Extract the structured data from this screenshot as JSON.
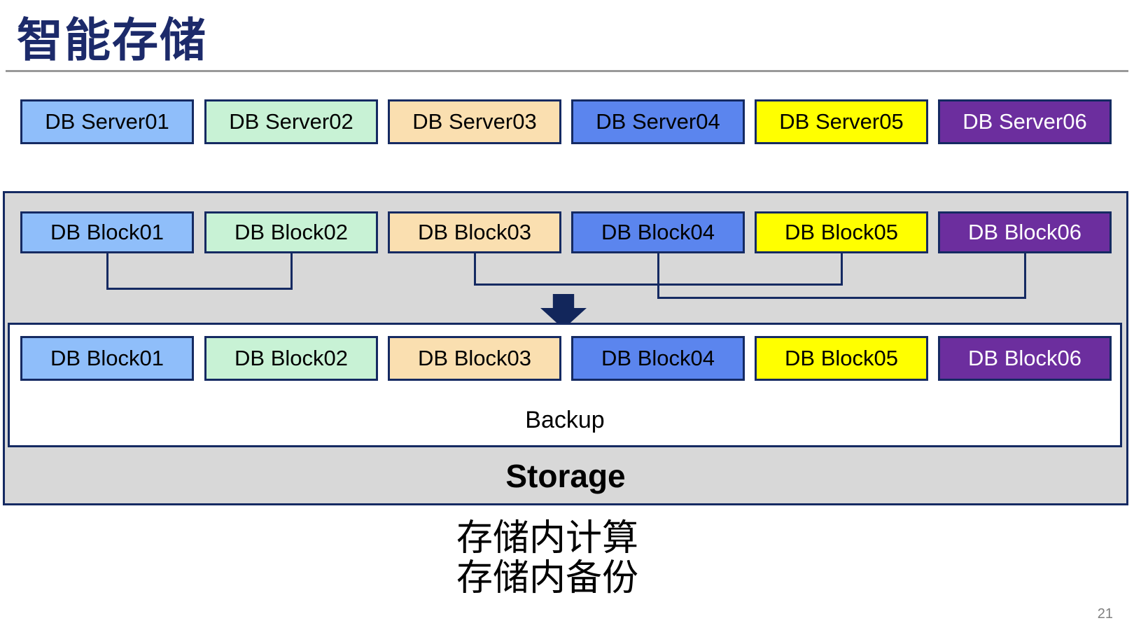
{
  "slide": {
    "title": "智能存储",
    "page_number": "21"
  },
  "palette": {
    "navy_line": "#152A62",
    "title_color": "#1C2A6A",
    "container_fill": "#D8D8D8",
    "rule_gray": "#999999",
    "page_number_gray": "#808080"
  },
  "server_row": {
    "items": [
      {
        "label": "DB Server01",
        "fill": "#8FBEFA",
        "text": "#000000"
      },
      {
        "label": "DB Server02",
        "fill": "#C8F2D5",
        "text": "#000000"
      },
      {
        "label": "DB Server03",
        "fill": "#FADFB0",
        "text": "#000000"
      },
      {
        "label": "DB Server04",
        "fill": "#5B85EE",
        "text": "#000000"
      },
      {
        "label": "DB Server05",
        "fill": "#FFFF00",
        "text": "#000000"
      },
      {
        "label": "DB Server06",
        "fill": "#6C2E9E",
        "text": "#FFFFFF"
      }
    ]
  },
  "storage": {
    "source_blocks": [
      {
        "label": "DB Block01",
        "fill": "#8FBEFA",
        "text": "#000000"
      },
      {
        "label": "DB Block02",
        "fill": "#C8F2D5",
        "text": "#000000"
      },
      {
        "label": "DB Block03",
        "fill": "#FADFB0",
        "text": "#000000"
      },
      {
        "label": "DB Block04",
        "fill": "#5B85EE",
        "text": "#000000"
      },
      {
        "label": "DB Block05",
        "fill": "#FFFF00",
        "text": "#000000"
      },
      {
        "label": "DB Block06",
        "fill": "#6C2E9E",
        "text": "#FFFFFF"
      }
    ],
    "backup_blocks": [
      {
        "label": "DB Block01",
        "fill": "#8FBEFA",
        "text": "#000000"
      },
      {
        "label": "DB Block02",
        "fill": "#C8F2D5",
        "text": "#000000"
      },
      {
        "label": "DB Block03",
        "fill": "#FADFB0",
        "text": "#000000"
      },
      {
        "label": "DB Block04",
        "fill": "#5B85EE",
        "text": "#000000"
      },
      {
        "label": "DB Block05",
        "fill": "#FFFF00",
        "text": "#000000"
      },
      {
        "label": "DB Block06",
        "fill": "#6C2E9E",
        "text": "#FFFFFF"
      }
    ],
    "backup_label": "Backup",
    "storage_label": "Storage"
  },
  "connections": [
    {
      "from": "DB Block01",
      "to": "DB Block02"
    },
    {
      "from": "DB Block03",
      "to": "DB Block05"
    },
    {
      "from": "DB Block04",
      "to": "DB Block06"
    }
  ],
  "caption": {
    "line1": "存储内计算",
    "line2": "存储内备份"
  }
}
